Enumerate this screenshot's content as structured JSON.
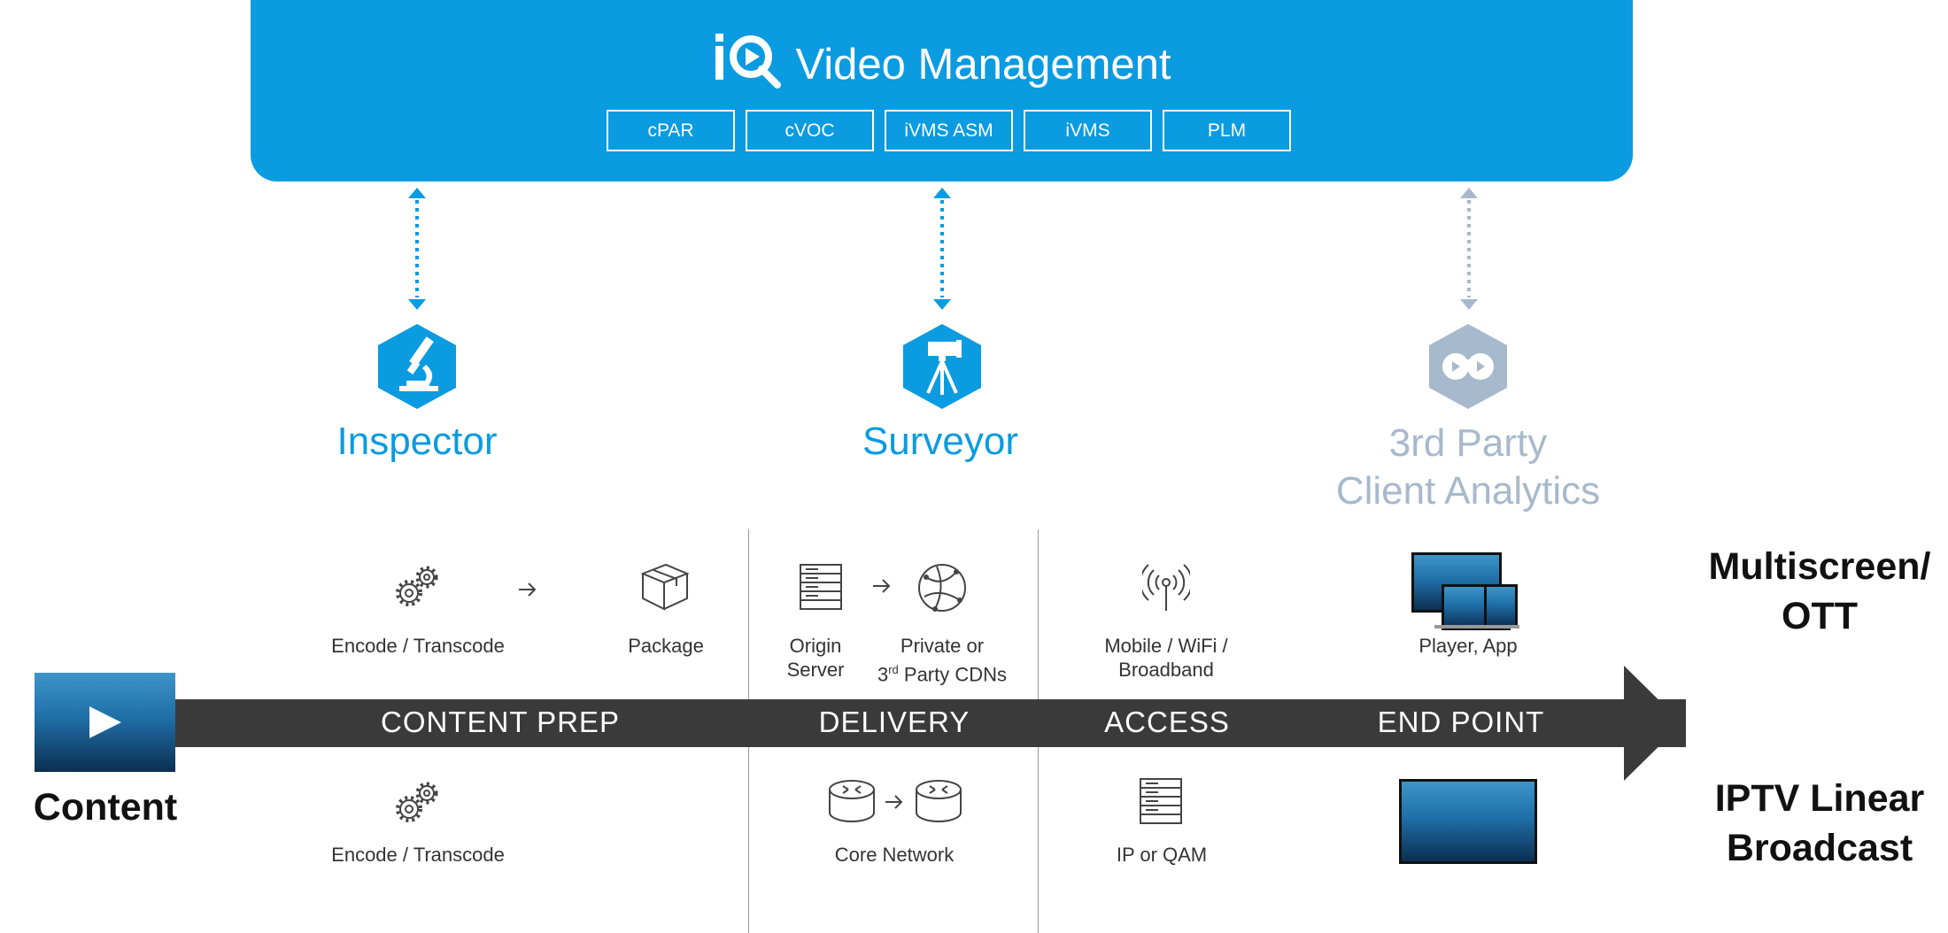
{
  "banner": {
    "logo_text": "iQ",
    "title": "Video Management",
    "modules": [
      "cPAR",
      "cVOC",
      "iVMS ASM",
      "iVMS",
      "PLM"
    ]
  },
  "products": [
    {
      "name": "Inspector",
      "icon": "microscope-icon",
      "color": "#0b9be0"
    },
    {
      "name": "Surveyor",
      "icon": "telescope-icon",
      "color": "#0b9be0"
    },
    {
      "name_line1": "3rd Party",
      "name_line2": "Client Analytics",
      "icon": "binoculars-icon",
      "color": "#a7b9cc"
    }
  ],
  "pipeline": {
    "sections": [
      "CONTENT PREP",
      "DELIVERY",
      "ACCESS",
      "END POINT"
    ],
    "content_label": "Content",
    "ott_label_line1": "Multiscreen/",
    "ott_label_line2": "OTT",
    "iptv_label_line1": "IPTV Linear",
    "iptv_label_line2": "Broadcast"
  },
  "ott_row": {
    "encode": "Encode / Transcode",
    "package": "Package",
    "origin_line1": "Origin",
    "origin_line2": "Server",
    "cdn_line1": "Private or",
    "cdn_line2_pre": "3",
    "cdn_line2_sup": "rd",
    "cdn_line2_post": " Party CDNs",
    "access_line1": "Mobile / WiFi /",
    "access_line2": "Broadband",
    "player": "Player, App"
  },
  "iptv_row": {
    "encode": "Encode / Transcode",
    "core": "Core Network",
    "access": "IP or QAM"
  },
  "colors": {
    "brand_blue": "#0b9be0",
    "third_party_gray": "#a7b9cc",
    "pipeline_bar": "#3a3a3a"
  }
}
